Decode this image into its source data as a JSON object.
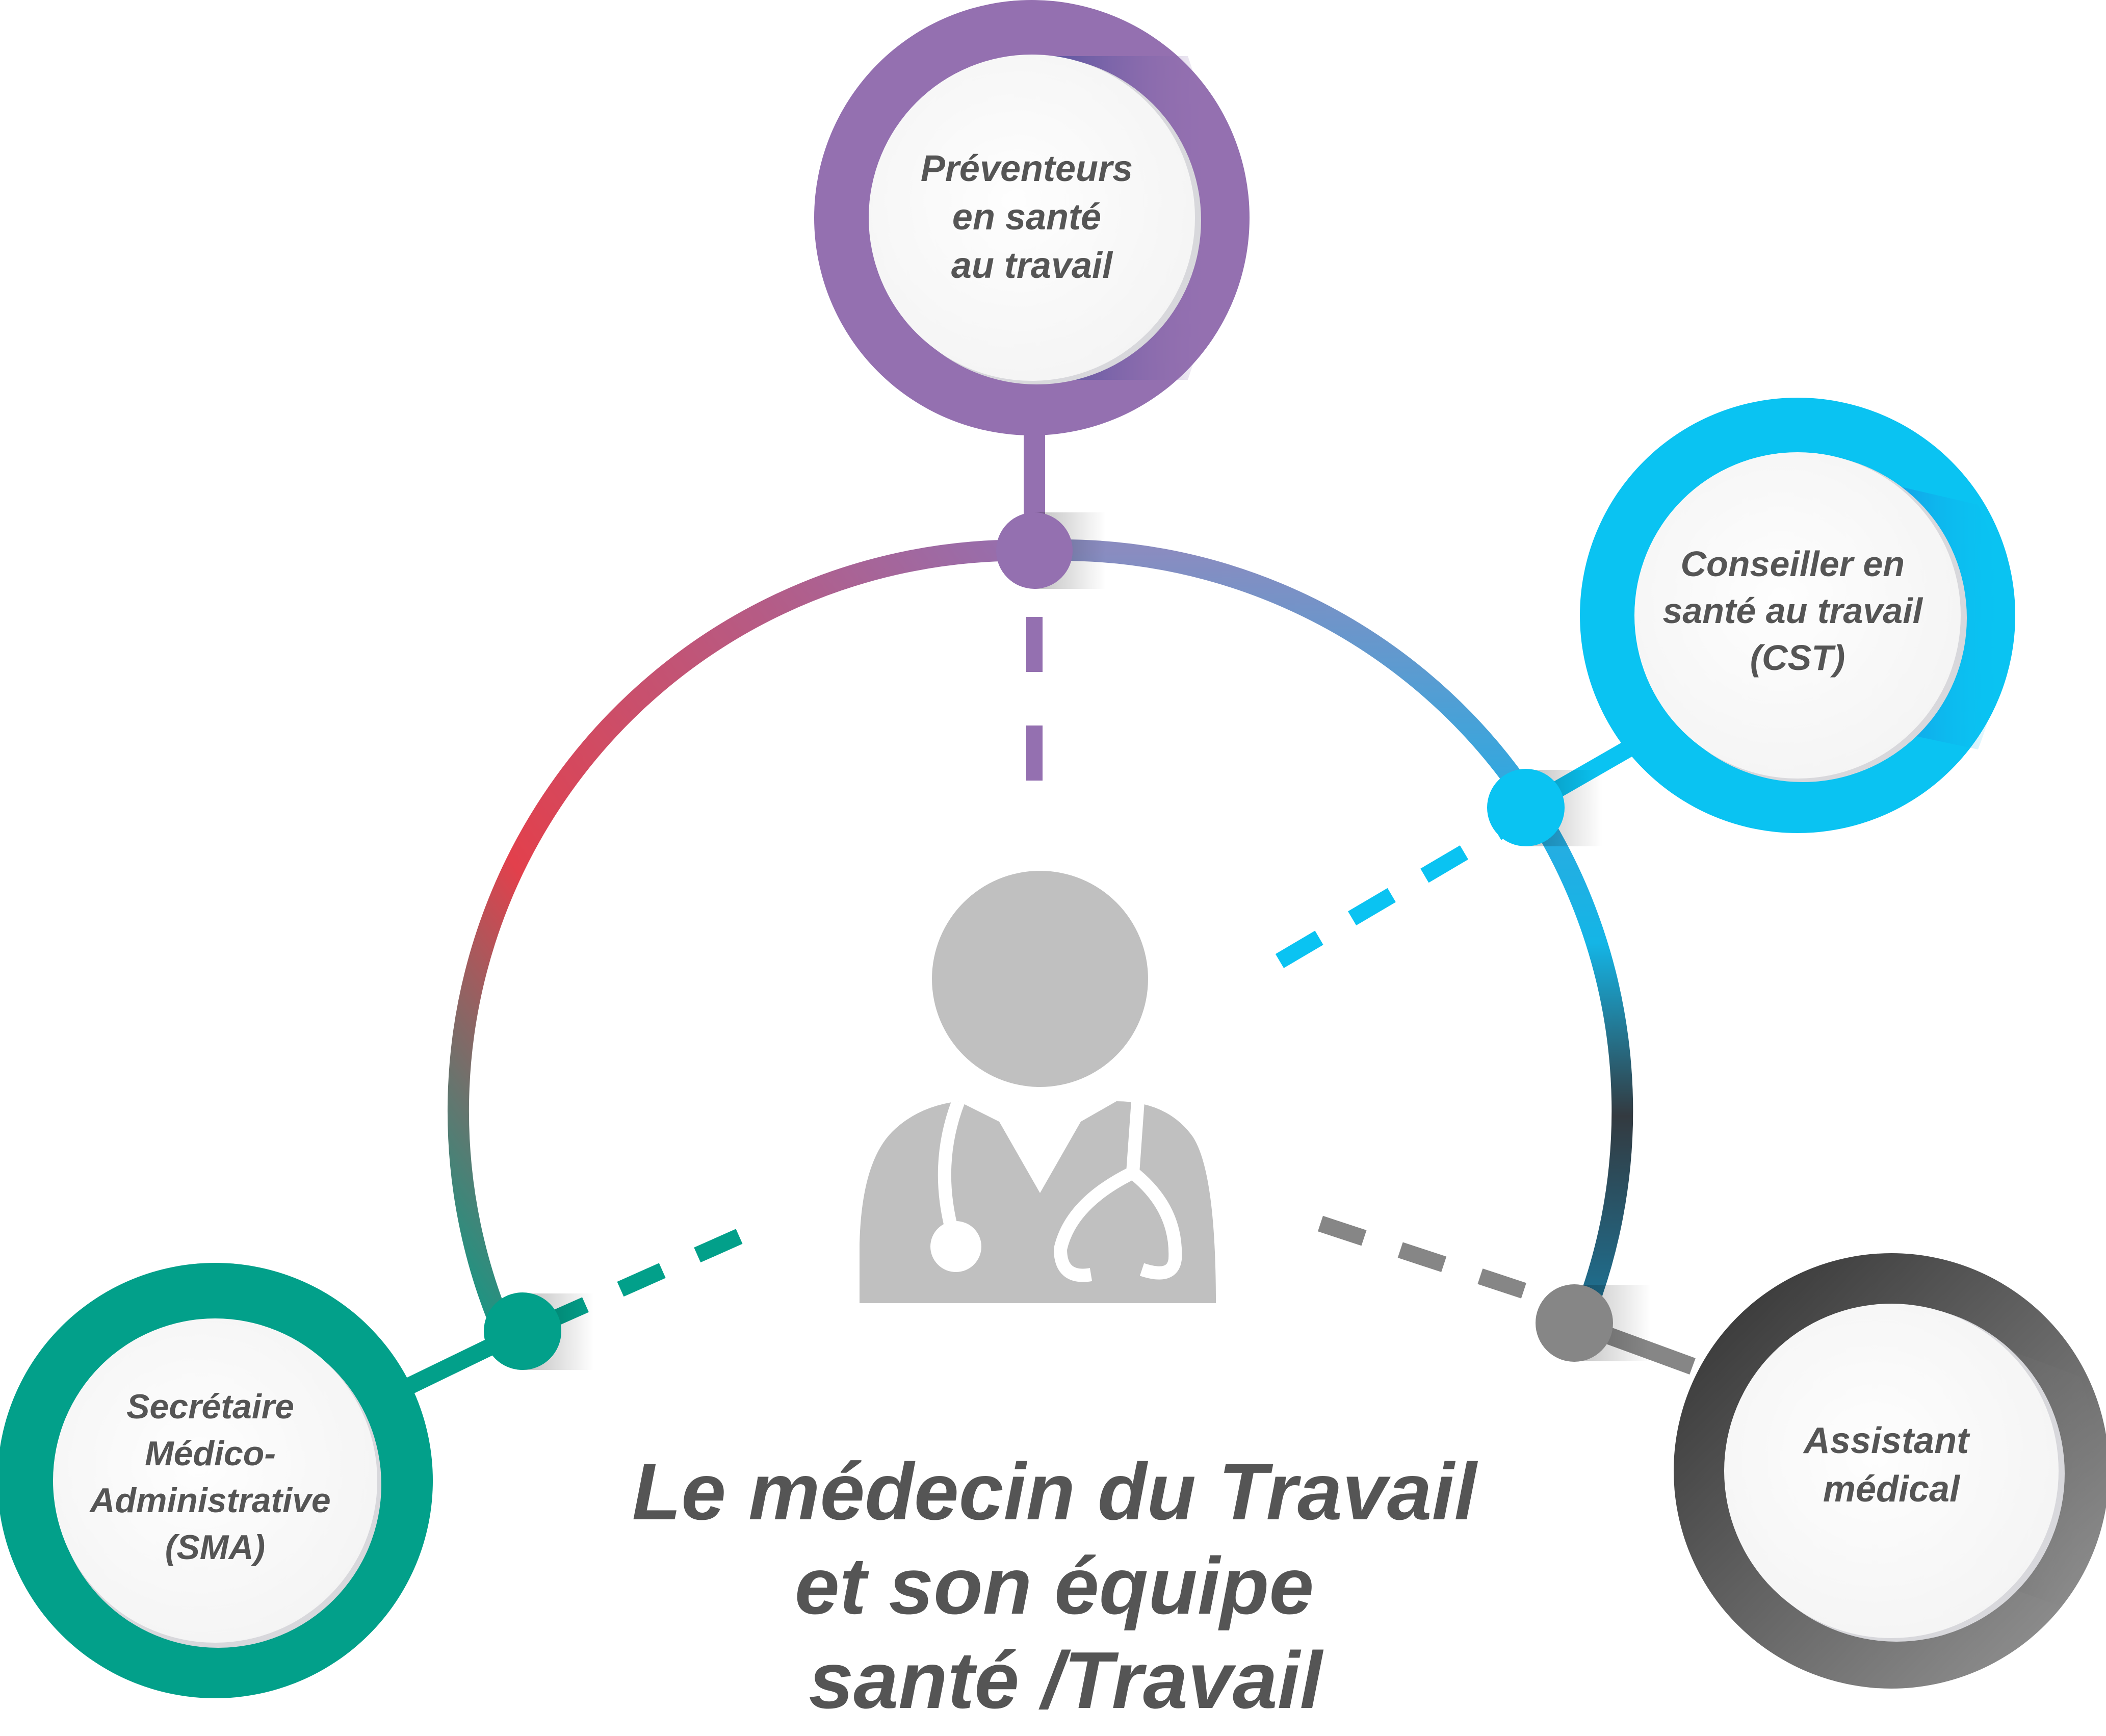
{
  "title": {
    "lines": [
      "Le médecin du Travail",
      "et son équipe",
      "santé /Travail"
    ]
  },
  "center": {
    "icon": "doctor-stethoscope-icon",
    "color": "#c0c0c0"
  },
  "nodes": [
    {
      "id": "preventeurs",
      "lines": [
        "Préventeurs",
        "en santé",
        "au travail"
      ],
      "color": "#9470b0",
      "accent": "#6658a6"
    },
    {
      "id": "cst",
      "lines": [
        "Conseiller en",
        "santé au travail",
        "(CST)"
      ],
      "color": "#0ac3f2",
      "accent": "#2580d8"
    },
    {
      "id": "sma",
      "lines": [
        "Secrétaire",
        "Médico-",
        "Administrative",
        "(SMA)"
      ],
      "color": "#02a08a",
      "accent": "#02a08a"
    },
    {
      "id": "assistant",
      "lines": [
        "Assistant",
        "médical"
      ],
      "color": "#868686",
      "accent": "#2e2e2e"
    }
  ],
  "arc_colors": [
    "#02a08a",
    "#e2404c",
    "#9470b0",
    "#0ac3f2",
    "#333333",
    "#1a8aa8"
  ],
  "text_color": "#555555"
}
